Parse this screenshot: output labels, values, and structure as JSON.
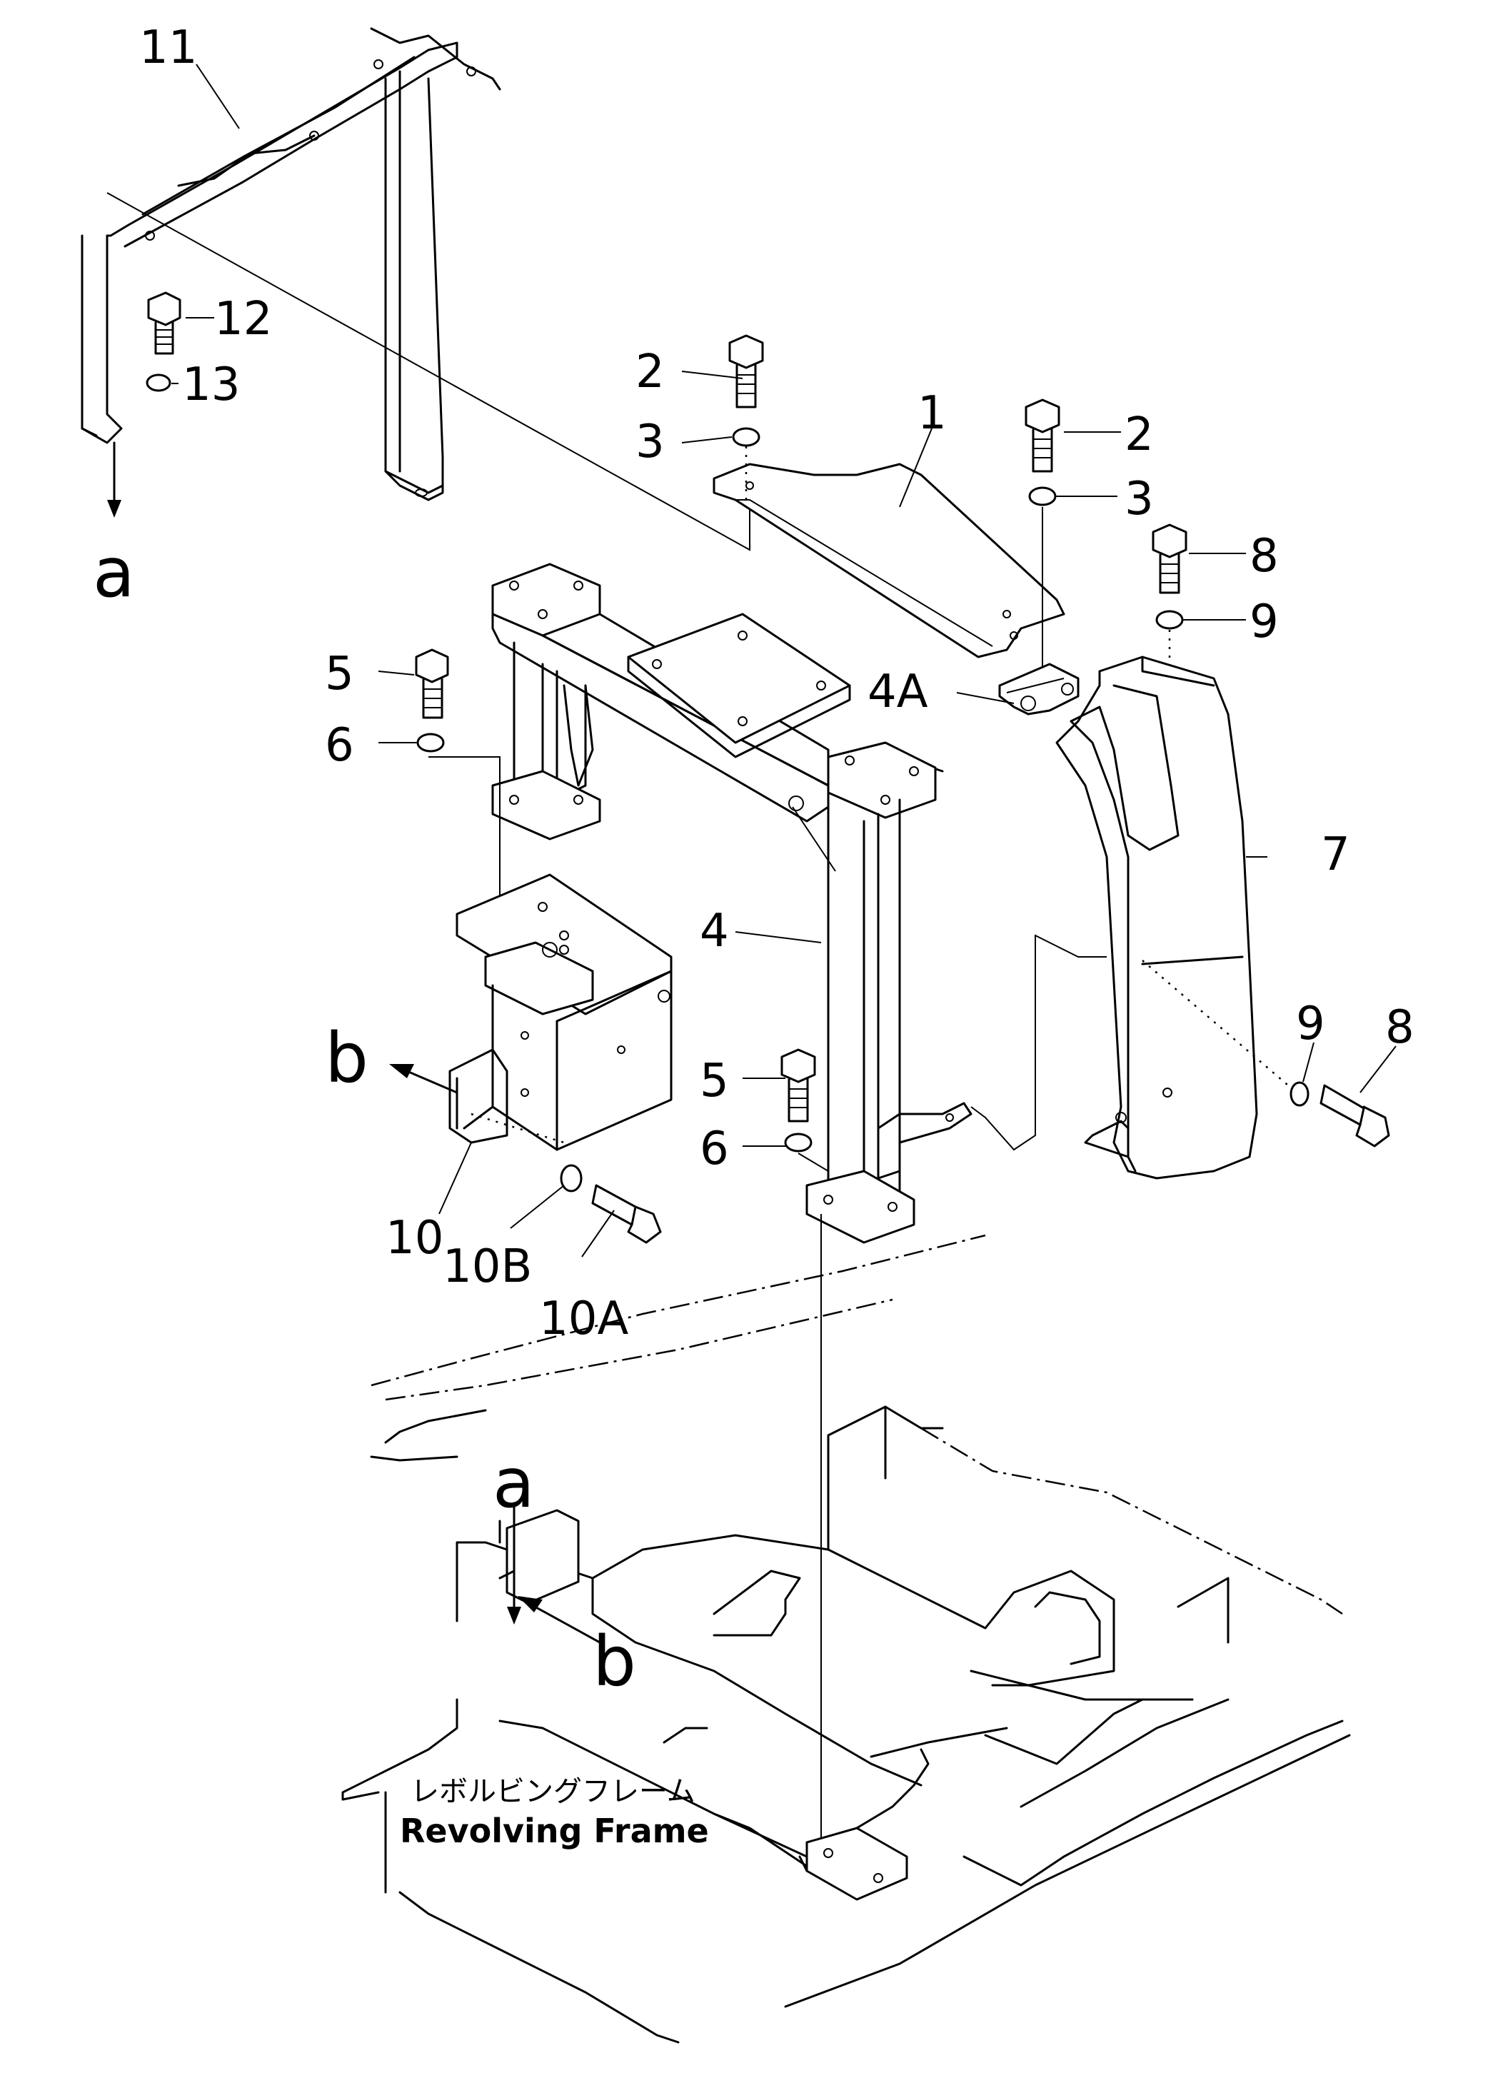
{
  "callouts": {
    "c1": "1",
    "c2a": "2",
    "c2b": "2",
    "c3a": "3",
    "c3b": "3",
    "c4": "4",
    "c4a": "4A",
    "c5a": "5",
    "c5b": "5",
    "c6a": "6",
    "c6b": "6",
    "c7": "7",
    "c8a": "8",
    "c8b": "8",
    "c9a": "9",
    "c9b": "9",
    "c10": "10",
    "c10a": "10A",
    "c10b": "10B",
    "c11": "11",
    "c12": "12",
    "c13": "13"
  },
  "view_markers": {
    "a_top": "a",
    "b_left": "b",
    "a_frame": "a",
    "b_frame": "b"
  },
  "frame_note": {
    "jp": "レボルビングフレーム",
    "en": "Revolving  Frame"
  }
}
